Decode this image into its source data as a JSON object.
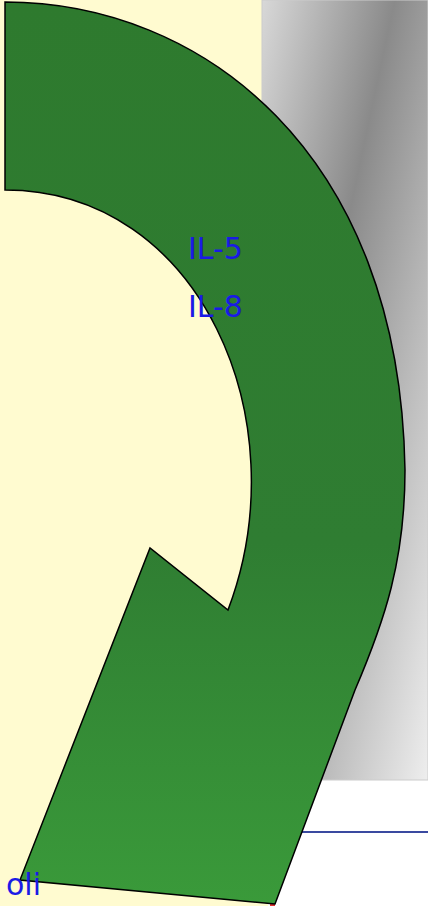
{
  "diagram": {
    "labels": [
      "IL-5",
      "IL-8",
      "oli"
    ]
  }
}
